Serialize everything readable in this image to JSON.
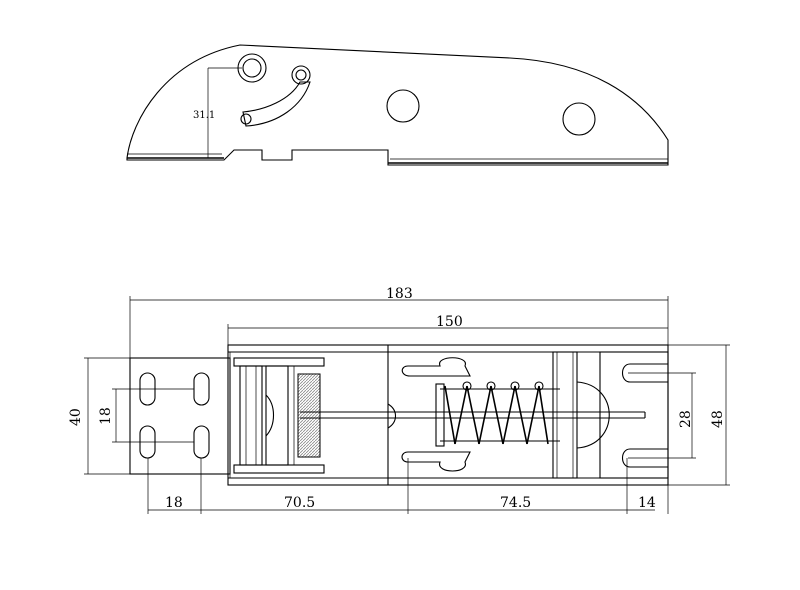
{
  "top_view": {
    "dim_height": "31.1"
  },
  "bottom_view": {
    "dim_total_length": "183",
    "dim_body_length": "150",
    "dim_base_width": "40",
    "dim_hole_spacing_v": "18",
    "dim_hole_spacing_h": "18",
    "dim_segment_1": "70.5",
    "dim_segment_2": "74.5",
    "dim_end": "14",
    "dim_slot_spacing": "28",
    "dim_right_width": "48"
  },
  "colors": {
    "line": "#000000",
    "background": "#ffffff",
    "hatch": "#9a9a9a"
  }
}
